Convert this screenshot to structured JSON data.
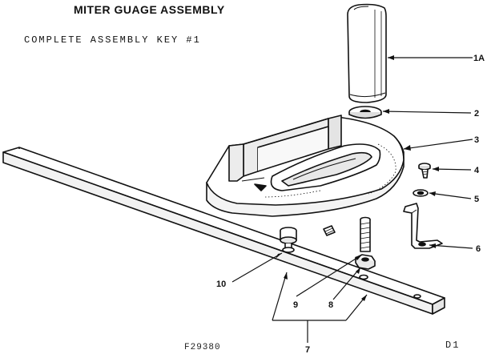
{
  "title": "MITER GUAGE ASSEMBLY",
  "subtitle": "COMPLETE ASSEMBLY KEY #1",
  "drawing_code": "F29380",
  "sheet_code": "D1",
  "callouts": [
    {
      "id": "1a",
      "label": "1A"
    },
    {
      "id": "2",
      "label": "2"
    },
    {
      "id": "3",
      "label": "3"
    },
    {
      "id": "4",
      "label": "4"
    },
    {
      "id": "5",
      "label": "5"
    },
    {
      "id": "6",
      "label": "6"
    },
    {
      "id": "7",
      "label": "7"
    },
    {
      "id": "8",
      "label": "8"
    },
    {
      "id": "9",
      "label": "9"
    },
    {
      "id": "10",
      "label": "10"
    }
  ]
}
